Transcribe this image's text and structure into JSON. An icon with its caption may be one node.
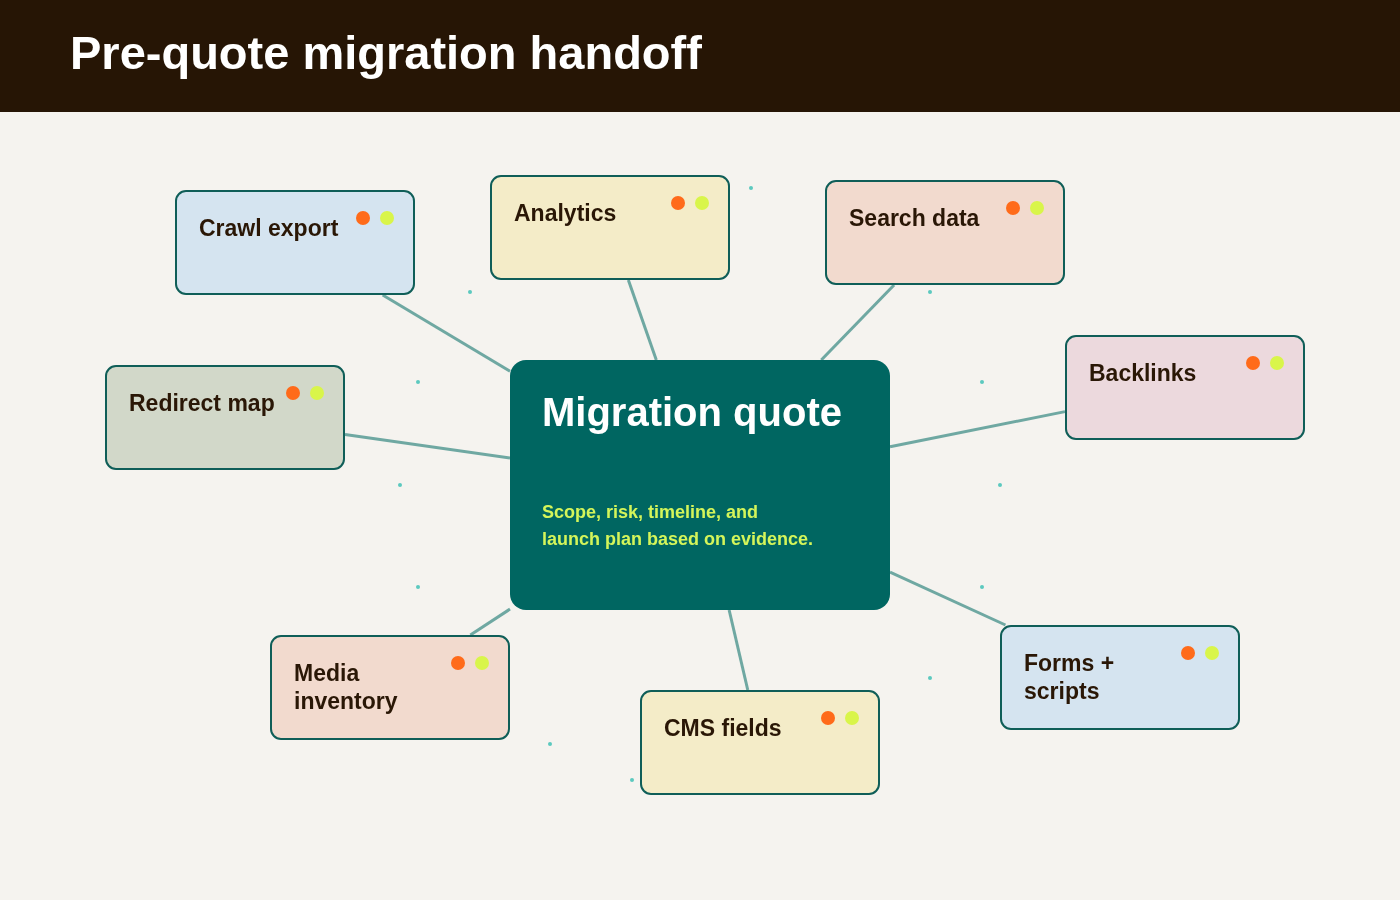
{
  "diagram": {
    "title": "Pre-quote migration handoff",
    "nodes": [
      {
        "text": [
          "Migration quote",
          "Scope, risk, timeline, and launch plan based on evidence."
        ]
      },
      {
        "text": [
          "Crawl export"
        ]
      },
      {
        "text": [
          "Analytics"
        ]
      },
      {
        "text": [
          "Search data"
        ]
      },
      {
        "text": [
          "Backlinks"
        ]
      },
      {
        "text": [
          "Redirect map"
        ]
      },
      {
        "text": [
          "Media inventory"
        ]
      },
      {
        "text": [
          "CMS fields"
        ]
      },
      {
        "text": [
          "Forms + scripts"
        ]
      }
    ],
    "edges": [
      {
        "from": 1,
        "to": 0,
        "arrow": "none"
      },
      {
        "from": 2,
        "to": 0,
        "arrow": "none"
      },
      {
        "from": 3,
        "to": 0,
        "arrow": "none"
      },
      {
        "from": 4,
        "to": 0,
        "arrow": "none"
      },
      {
        "from": 5,
        "to": 0,
        "arrow": "none"
      },
      {
        "from": 6,
        "to": 0,
        "arrow": "none"
      },
      {
        "from": 7,
        "to": 0,
        "arrow": "none"
      },
      {
        "from": 8,
        "to": 0,
        "arrow": "none"
      }
    ]
  }
}
